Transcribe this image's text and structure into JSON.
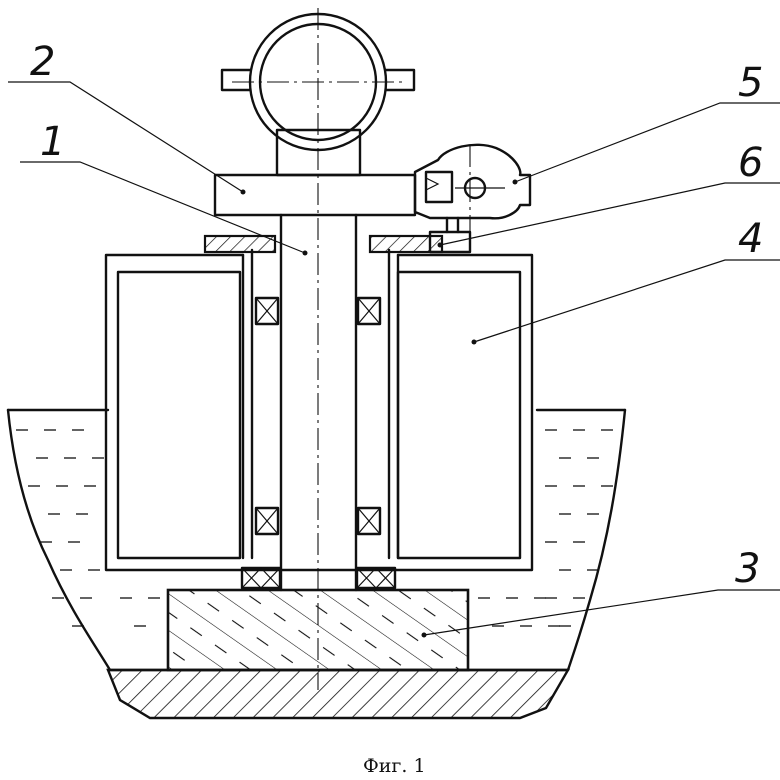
{
  "labels": {
    "l1": "1",
    "l2": "2",
    "l3": "3",
    "l4": "4",
    "l5": "5",
    "l6": "6"
  },
  "caption": "Фиг. 1",
  "colors": {
    "line": "#111111",
    "background": "#ffffff"
  }
}
